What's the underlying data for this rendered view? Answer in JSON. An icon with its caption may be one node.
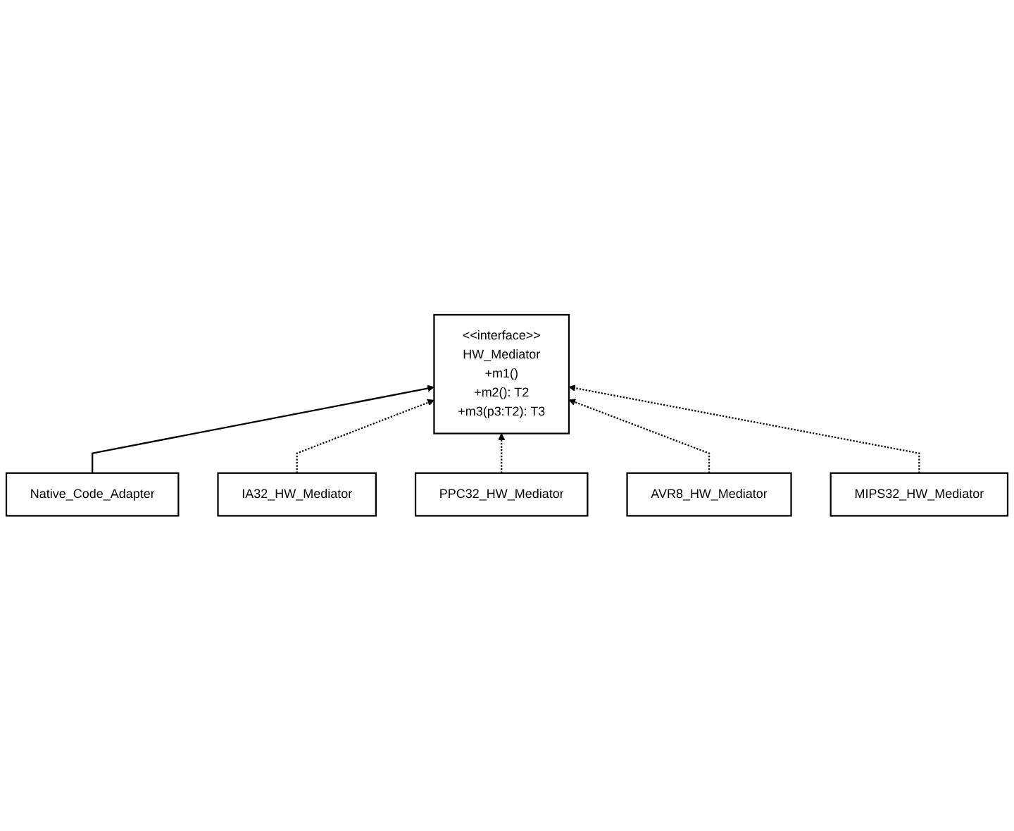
{
  "diagram": {
    "nodes": [
      {
        "text": [
          "Native_Code_Adapter"
        ]
      },
      {
        "text": [
          "<<interface>>",
          "HW_Mediator",
          "+m1()",
          "+m2(): T2",
          "+m3(p3:T2): T3"
        ]
      },
      {
        "text": [
          "IA32_HW_Mediator"
        ]
      },
      {
        "text": [
          "PPC32_HW_Mediator"
        ]
      },
      {
        "text": [
          "AVR8_HW_Mediator"
        ]
      },
      {
        "text": [
          "MIPS32_HW_Mediator"
        ]
      }
    ],
    "edges": [
      {
        "from": 0,
        "to": 1,
        "arrow": "to"
      },
      {
        "from": 2,
        "to": 1,
        "arrow": "to",
        "style": "dashed"
      },
      {
        "from": 3,
        "to": 1,
        "arrow": "to",
        "style": "dashed"
      },
      {
        "from": 4,
        "to": 1,
        "arrow": "to",
        "style": "dashed"
      },
      {
        "from": 5,
        "to": 1,
        "arrow": "to",
        "style": "dashed"
      }
    ]
  }
}
